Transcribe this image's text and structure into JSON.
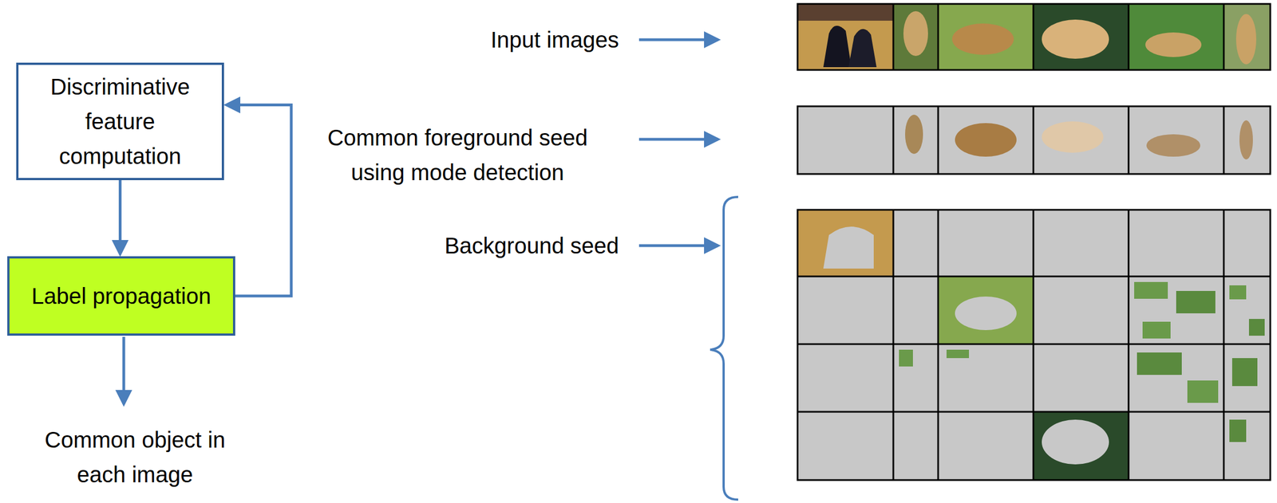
{
  "diagram": {
    "nodes": [
      {
        "text": [
          "Discriminative feature computation"
        ]
      },
      {
        "text": [
          "Label propagation"
        ]
      }
    ],
    "edges": [
      {
        "from": 0,
        "to": 1,
        "arrow": "to"
      },
      {
        "from": 1,
        "to": 0,
        "arrow": "to"
      }
    ],
    "labels": [
      "Input images",
      "Common foreground seed using mode detection",
      "Background seed",
      "Common object in each image"
    ]
  }
}
